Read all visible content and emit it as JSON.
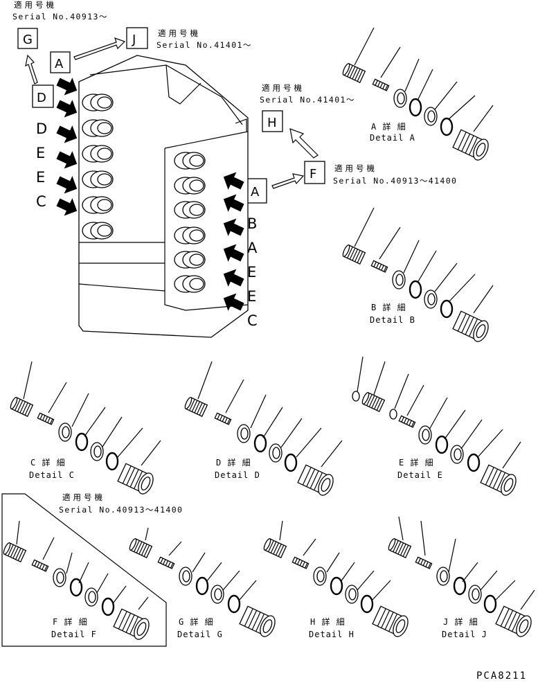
{
  "header": {
    "jp": "適用号機",
    "serial": "Serial No.40913～"
  },
  "callouts": {
    "G": "G",
    "J": "J",
    "H": "H",
    "F": "F",
    "A_top": "A",
    "D_top": "D",
    "A_right": "A",
    "J_jp": "適用号機",
    "J_serial": "Serial No.41401～",
    "H_jp": "適用号機",
    "H_serial": "Serial No.41401～",
    "F_jp": "適用号機",
    "F_serial": "Serial No.40913～41400"
  },
  "left_letters": [
    "D",
    "E",
    "E",
    "C"
  ],
  "right_letters": [
    "B",
    "A",
    "E",
    "E",
    "C"
  ],
  "details": {
    "A": {
      "jp": "A 詳 細",
      "en": "Detail A"
    },
    "B": {
      "jp": "B 詳 細",
      "en": "Detail B"
    },
    "C": {
      "jp": "C 詳 細",
      "en": "Detail C"
    },
    "D": {
      "jp": "D 詳 細",
      "en": "Detail D"
    },
    "E": {
      "jp": "E 詳 細",
      "en": "Detail E"
    },
    "F": {
      "jp": "F 詳 細",
      "en": "Detail F"
    },
    "G": {
      "jp": "G 詳 細",
      "en": "Detail G"
    },
    "H": {
      "jp": "H 詳 細",
      "en": "Detail H"
    },
    "J": {
      "jp": "J 詳 細",
      "en": "Detail J"
    }
  },
  "mid_serial": {
    "jp": "適用号機",
    "serial": "Serial No.40913～41400"
  },
  "drawing_code": "PCA8211"
}
